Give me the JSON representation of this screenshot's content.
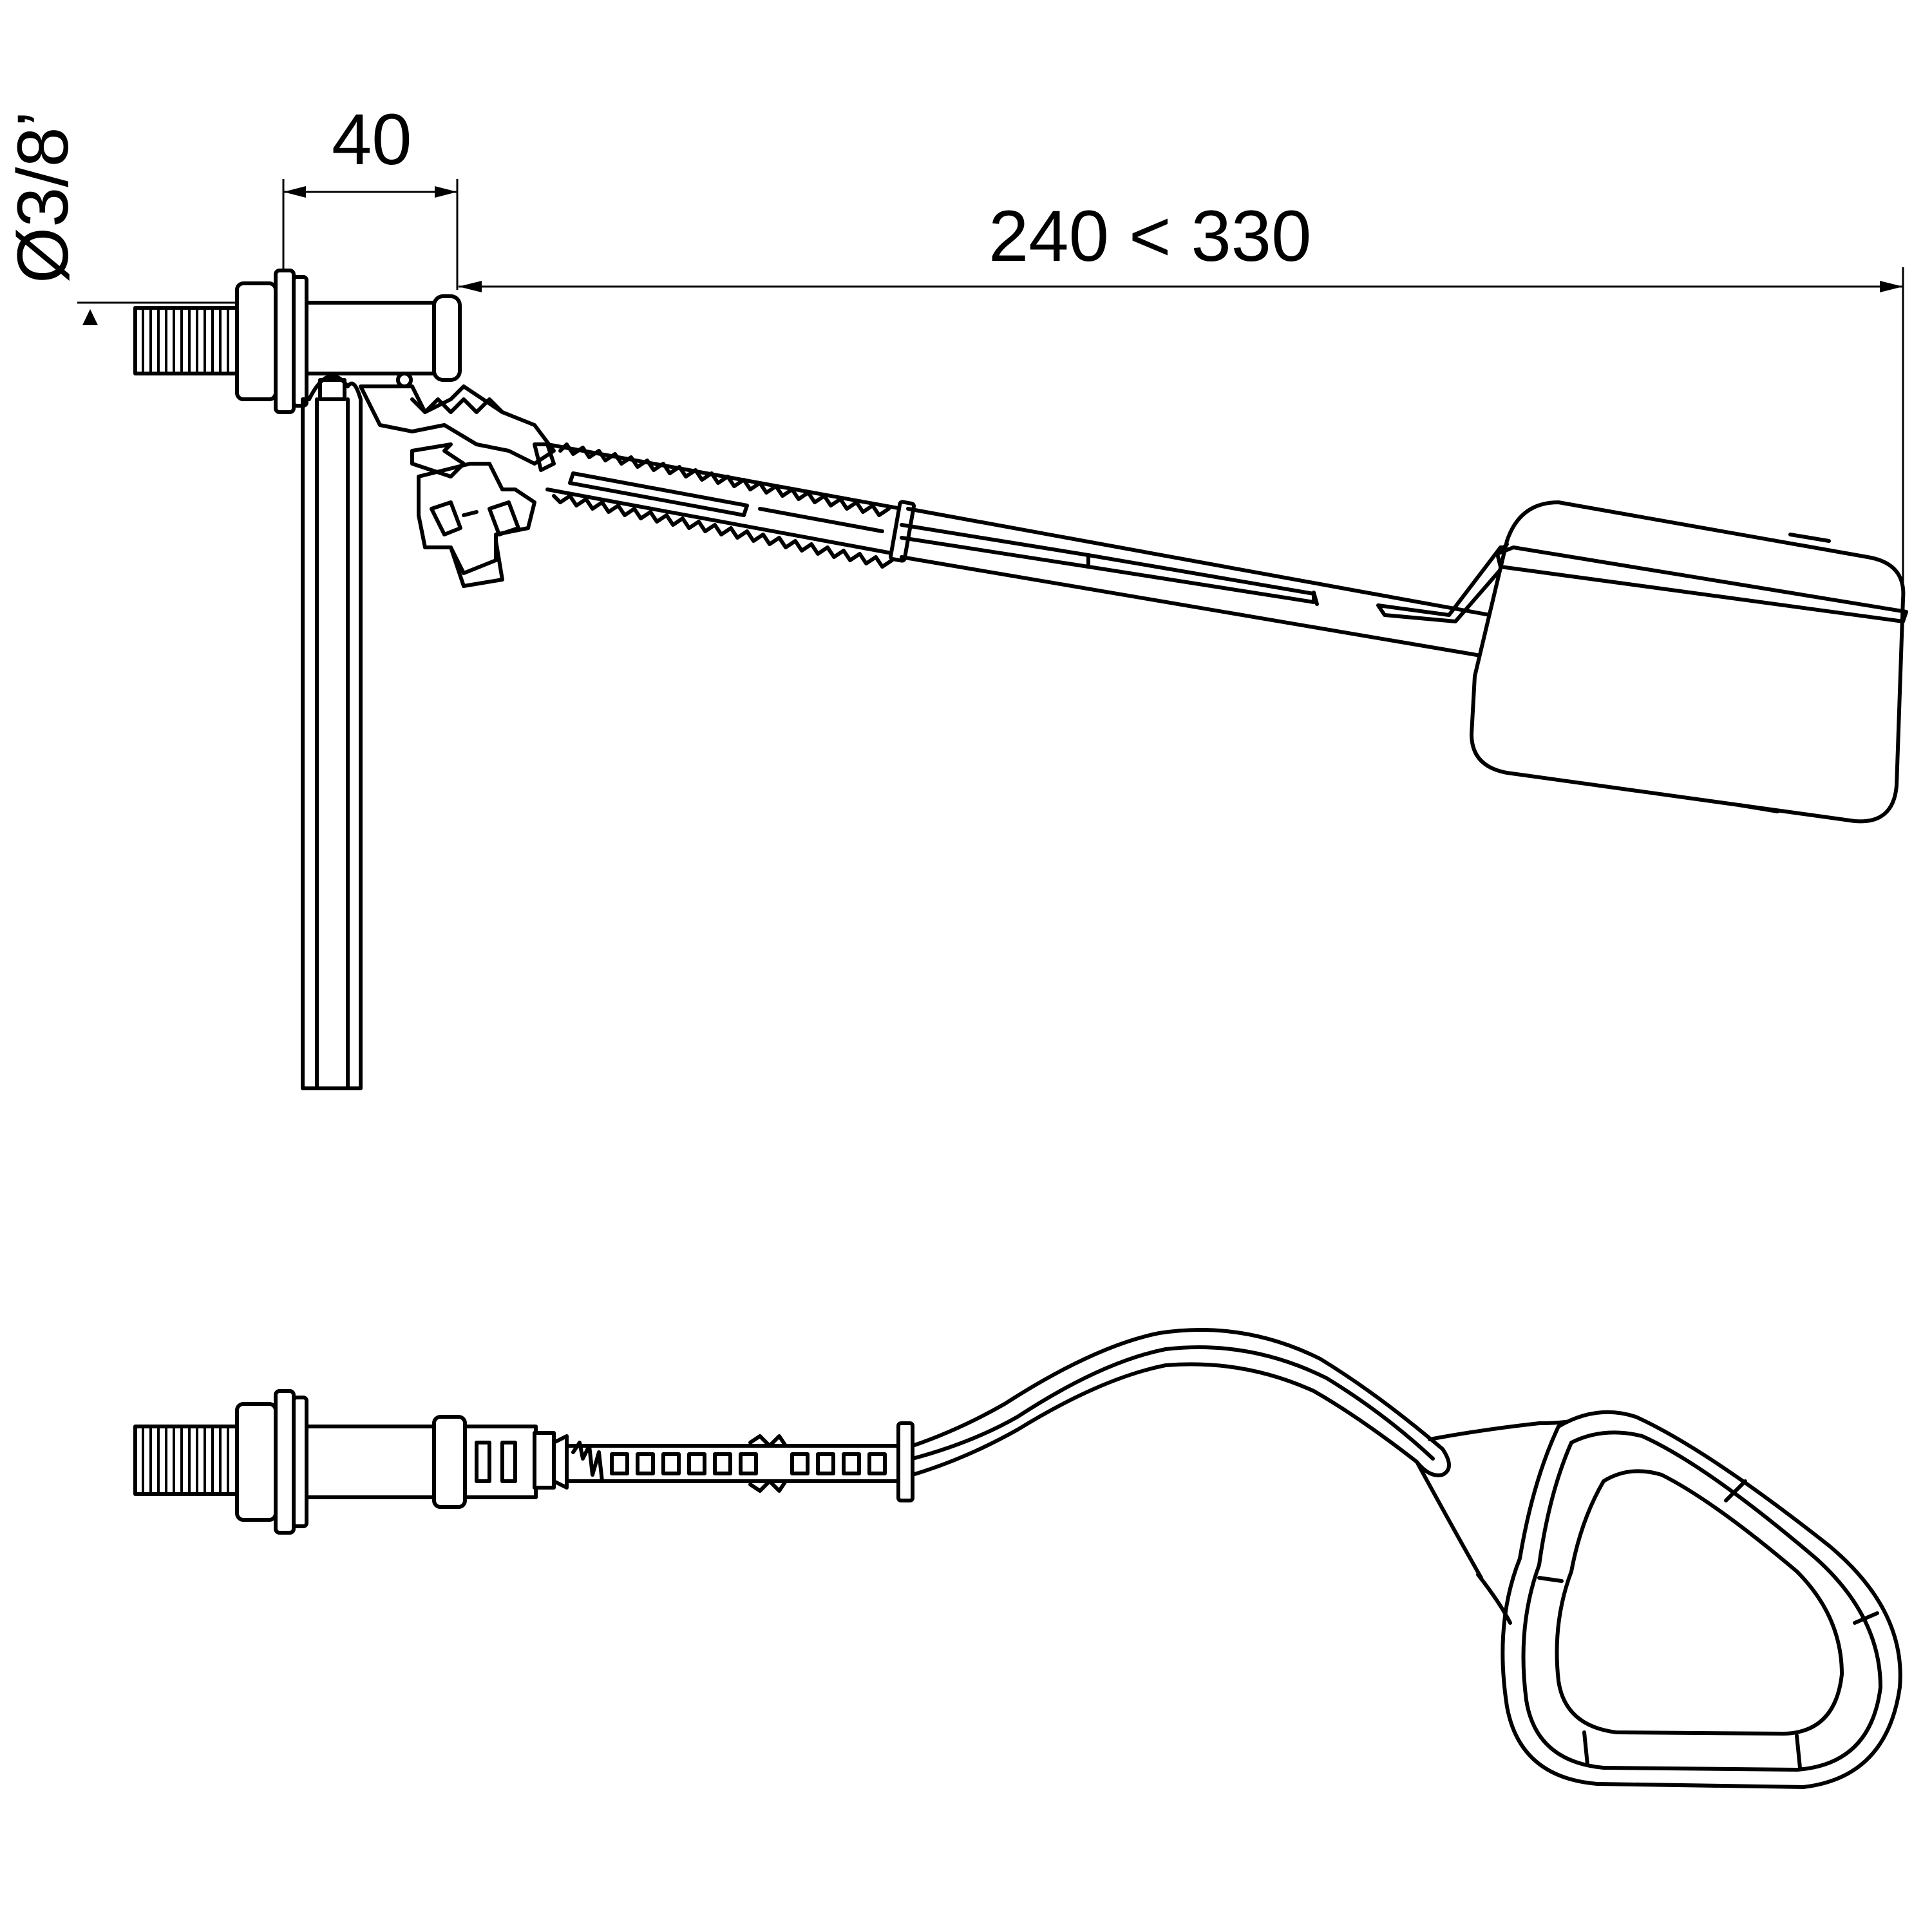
{
  "drawing": {
    "dimensions": {
      "thread_diameter": "Ø3/8’",
      "body_length": "40",
      "arm_reach": "240 < 330"
    }
  }
}
